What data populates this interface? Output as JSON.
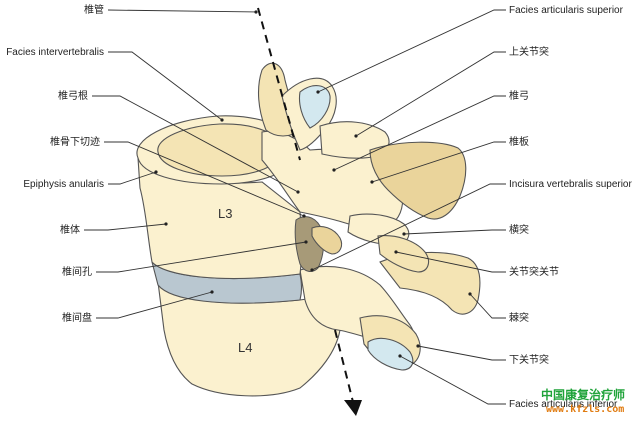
{
  "labels": {
    "left": [
      "椎管",
      "Facies intervertebralis",
      "椎弓根",
      "椎骨下切迹",
      "Epiphysis anularis",
      "椎体",
      "椎间孔",
      "椎间盘"
    ],
    "right": [
      "Facies articularis superior",
      "上关节突",
      "椎弓",
      "椎板",
      "Incisura vertebralis superior",
      "横突",
      "关节突关节",
      "棘突",
      "下关节突",
      "Facies articularis inferior"
    ]
  },
  "vertebrae": {
    "upper": "L3",
    "lower": "L4"
  },
  "watermark": {
    "line1": "中国康复治疗师",
    "line2": "www.kfzls.com"
  },
  "colors": {
    "bone": "#fbf1cf",
    "bone_shade": "#ead49b",
    "facet": "#d3e8ef",
    "disc": "#b9c7d0",
    "watermark_green": "#20a33a",
    "watermark_orange": "#e07b10"
  }
}
